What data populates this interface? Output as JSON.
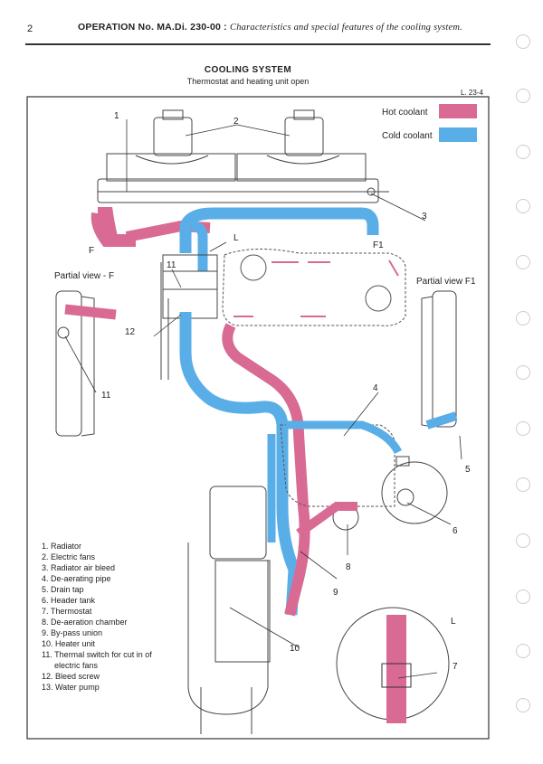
{
  "header": {
    "page_number": "2",
    "operation": "OPERATION No. MA.Di. 230-00 :",
    "description": "Characteristics and special features of the cooling system."
  },
  "title": "COOLING SYSTEM",
  "subtitle": "Thermostat and heating unit open",
  "figure_ref": "L. 23-4",
  "legend": {
    "hot_label": "Hot coolant",
    "cold_label": "Cold coolant",
    "hot_color": "#d86a94",
    "cold_color": "#5aaee8"
  },
  "callouts": {
    "n1": "1",
    "n2": "2",
    "n3": "3",
    "n4": "4",
    "n5": "5",
    "n6": "6",
    "n7": "7",
    "n8": "8",
    "n9": "9",
    "n10": "10",
    "n11a": "11",
    "n11b": "11",
    "n12": "12",
    "L1": "L",
    "L2": "L",
    "F": "F",
    "F1": "F1"
  },
  "partial_views": {
    "left": "Partial view - F",
    "right": "Partial view F1"
  },
  "parts": [
    "1. Radiator",
    "2. Electric fans",
    "3. Radiator air bleed",
    "4. De-aerating pipe",
    "5. Drain tap",
    "6. Header tank",
    "7. Thermostat",
    "8. De-aeration chamber",
    "9. By-pass union",
    "10. Heater unit",
    "11. Thermal switch for cut in of",
    "electric fans",
    "12. Bleed screw",
    "13. Water pump"
  ]
}
